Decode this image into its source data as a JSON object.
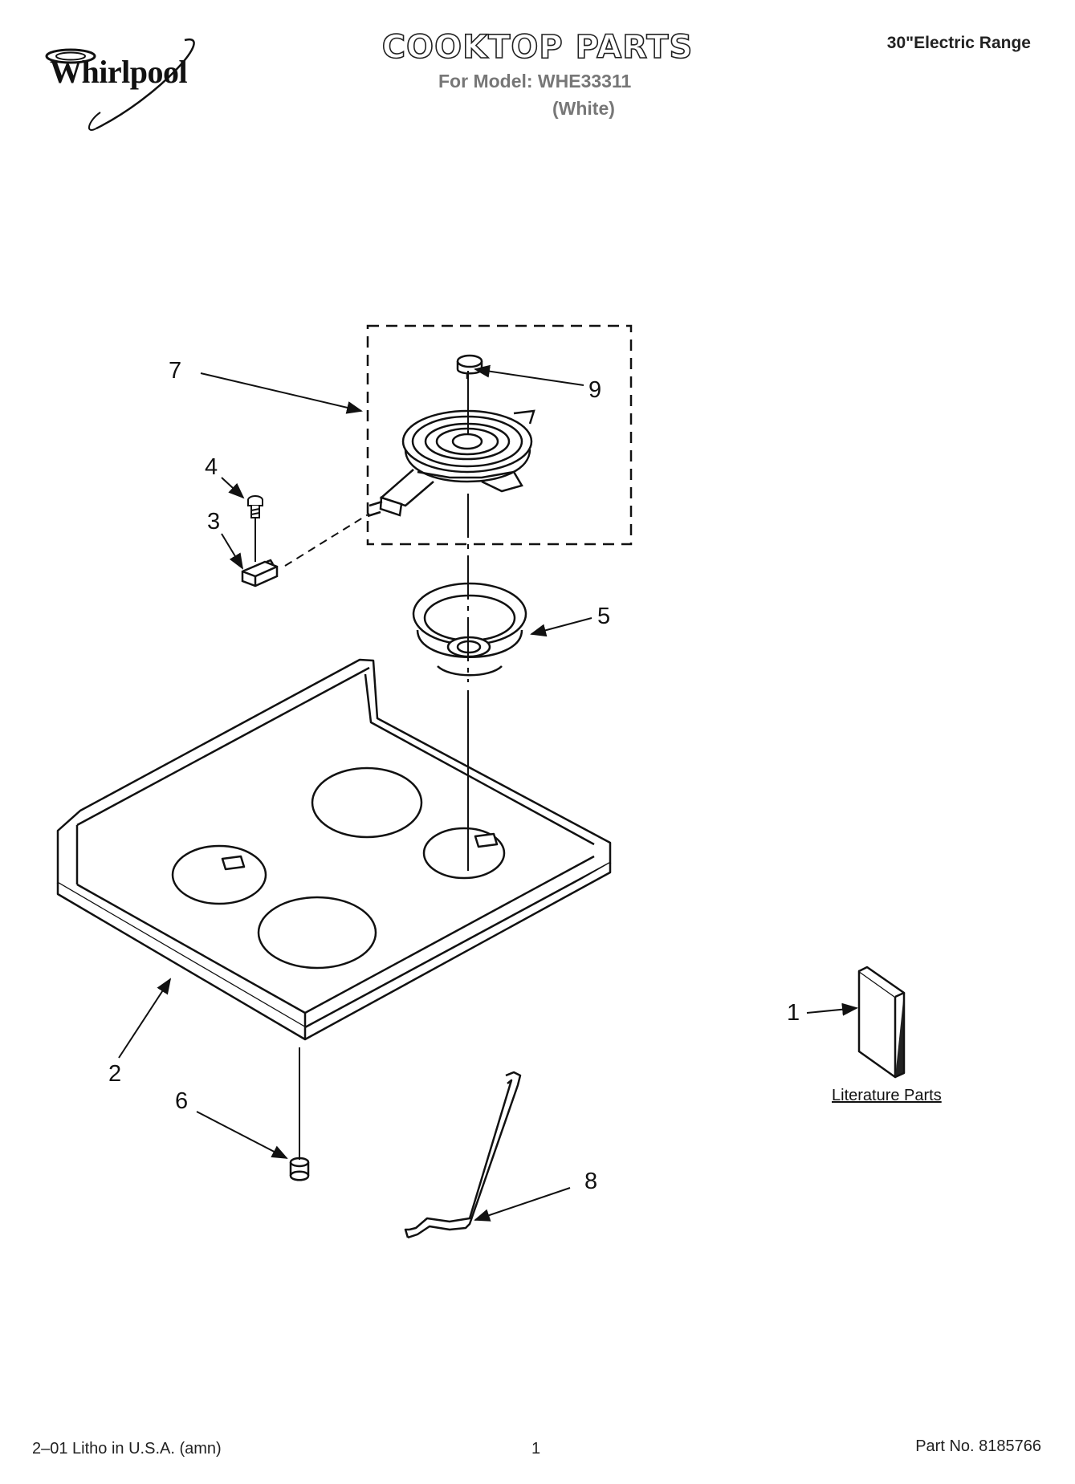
{
  "header": {
    "brand": "Whirlpool",
    "title": "COOKTOP PARTS",
    "model_line": "For Model: WHE33311",
    "color_line": "(White)",
    "product_type": "30\"Electric Range"
  },
  "callouts": {
    "c1": "1",
    "c2": "2",
    "c3": "3",
    "c4": "4",
    "c5": "5",
    "c6": "6",
    "c7": "7",
    "c8": "8",
    "c9": "9"
  },
  "literature_label": "Literature Parts",
  "footer": {
    "left": "2–01 Litho in U.S.A. (amn)",
    "page_number": "1",
    "part_number": "Part No. 8185766"
  }
}
